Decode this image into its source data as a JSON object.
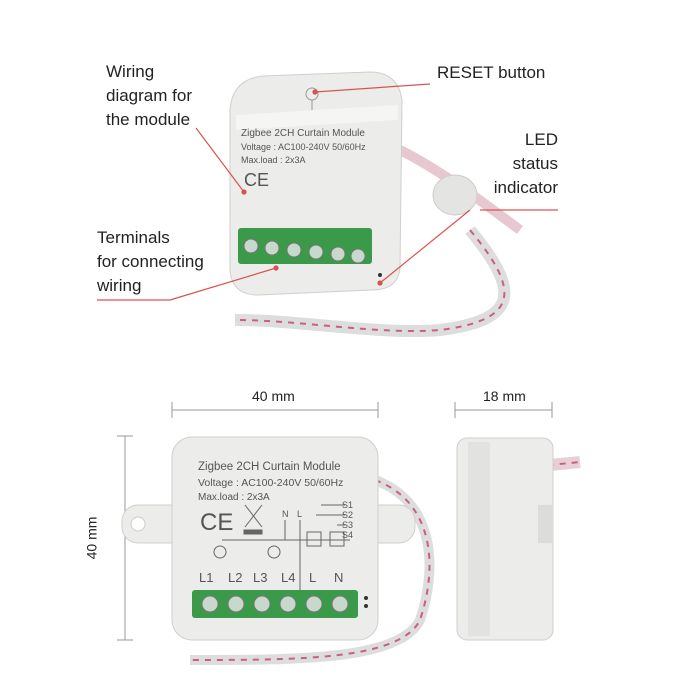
{
  "callouts": {
    "wiring_diagram": [
      "Wiring",
      "diagram for",
      "the module"
    ],
    "reset": "RESET button",
    "led": [
      "LED",
      "status",
      "indicator"
    ],
    "terminals": [
      "Terminals",
      "for connecting",
      "wiring"
    ]
  },
  "dimensions": {
    "width": "40 mm",
    "depth": "18 mm",
    "height": "40 mm"
  },
  "module_label": {
    "title": "Zigbee 2CH Curtain Module",
    "voltage": "Voltage : AC100-240V 50/60Hz",
    "maxload": "Max.load : 2x3A",
    "ce": "CE",
    "terminals_top": [
      "N",
      "L"
    ],
    "switch_inputs": [
      "S1",
      "S2",
      "S3",
      "S4"
    ],
    "terminals_bottom": [
      "L1",
      "L2",
      "L3",
      "L4",
      "L",
      "N"
    ]
  },
  "colors": {
    "leader": "#d9534f",
    "terminal": "#3a9a4a",
    "housing": "#ececea"
  }
}
